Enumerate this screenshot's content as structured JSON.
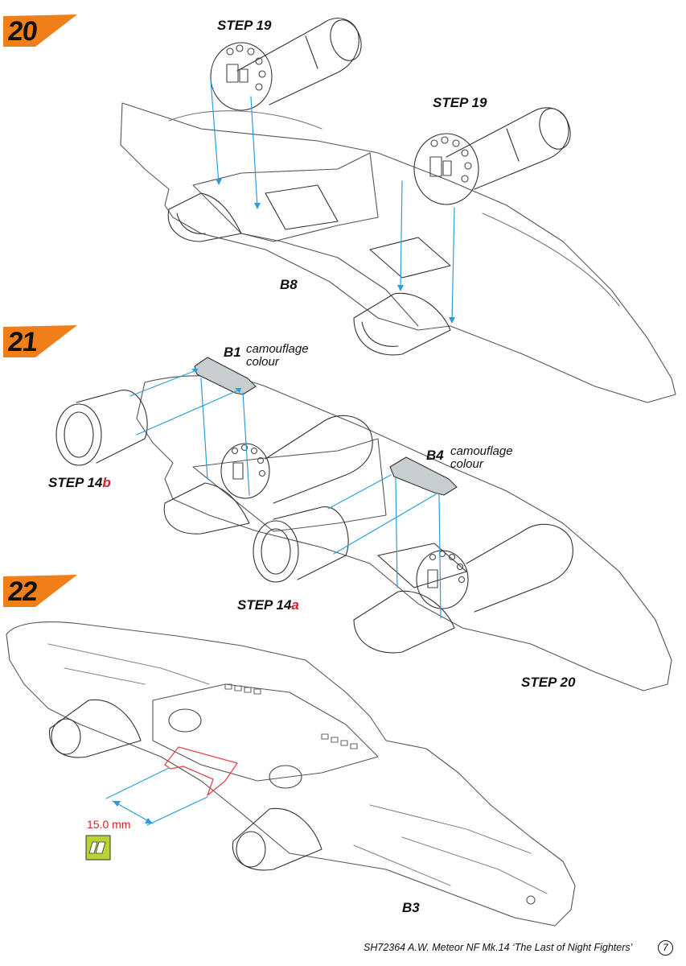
{
  "steps": [
    {
      "number": "20"
    },
    {
      "number": "21"
    },
    {
      "number": "22"
    }
  ],
  "labels": {
    "step19_a": "STEP 19",
    "step19_b": "STEP 19",
    "b8": "B8",
    "b1": "B1",
    "b1_note_line1": "camouflage",
    "b1_note_line2": "colour",
    "b4": "B4",
    "b4_note_line1": "camouflage",
    "b4_note_line2": "colour",
    "step14b_prefix": "STEP 14",
    "step14b_suffix": "b",
    "step14a_prefix": "STEP 14",
    "step14a_suffix": "a",
    "step20": "STEP 20",
    "b3": "B3",
    "dimension": "15.0 mm"
  },
  "footer": {
    "text": "SH72364  A.W. Meteor NF Mk.14 ‘The Last of Night Fighters’",
    "page": "7"
  },
  "colors": {
    "badge": "#f07f1a",
    "guide_arrow": "#2a9fd6",
    "part_fill": "#c8cdd0",
    "cut_line": "#e0474c",
    "tool_icon": "#b7d334"
  }
}
